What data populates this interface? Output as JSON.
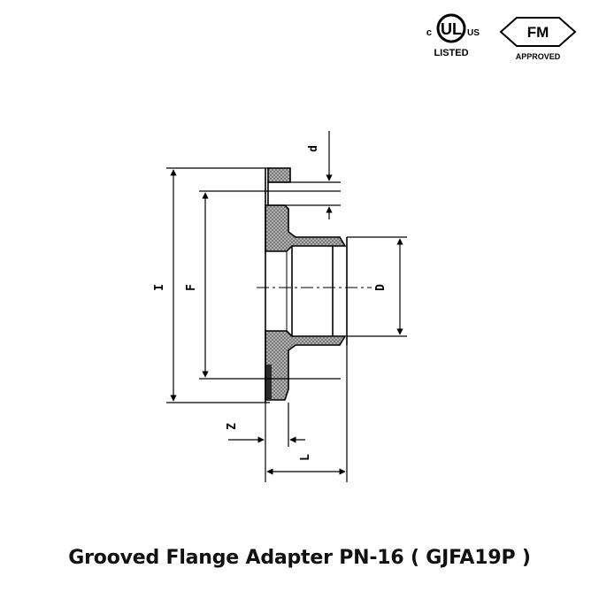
{
  "logos": {
    "ul": {
      "left": "c",
      "center": "UL",
      "right": "US",
      "bottom": "LISTED"
    },
    "fm": {
      "center": "FM",
      "bottom": "APPROVED"
    }
  },
  "dimensions": {
    "outer_diameter": "I",
    "bolt_circle": "F",
    "bolt_hole": "d",
    "inner_diameter": "D",
    "flange_thickness": "Z",
    "length": "L"
  },
  "caption": "Grooved Flange Adapter PN-16 ( GJFA19P )",
  "colors": {
    "line": "#000000",
    "hatch": "#7a7a7a",
    "background": "#ffffff"
  }
}
